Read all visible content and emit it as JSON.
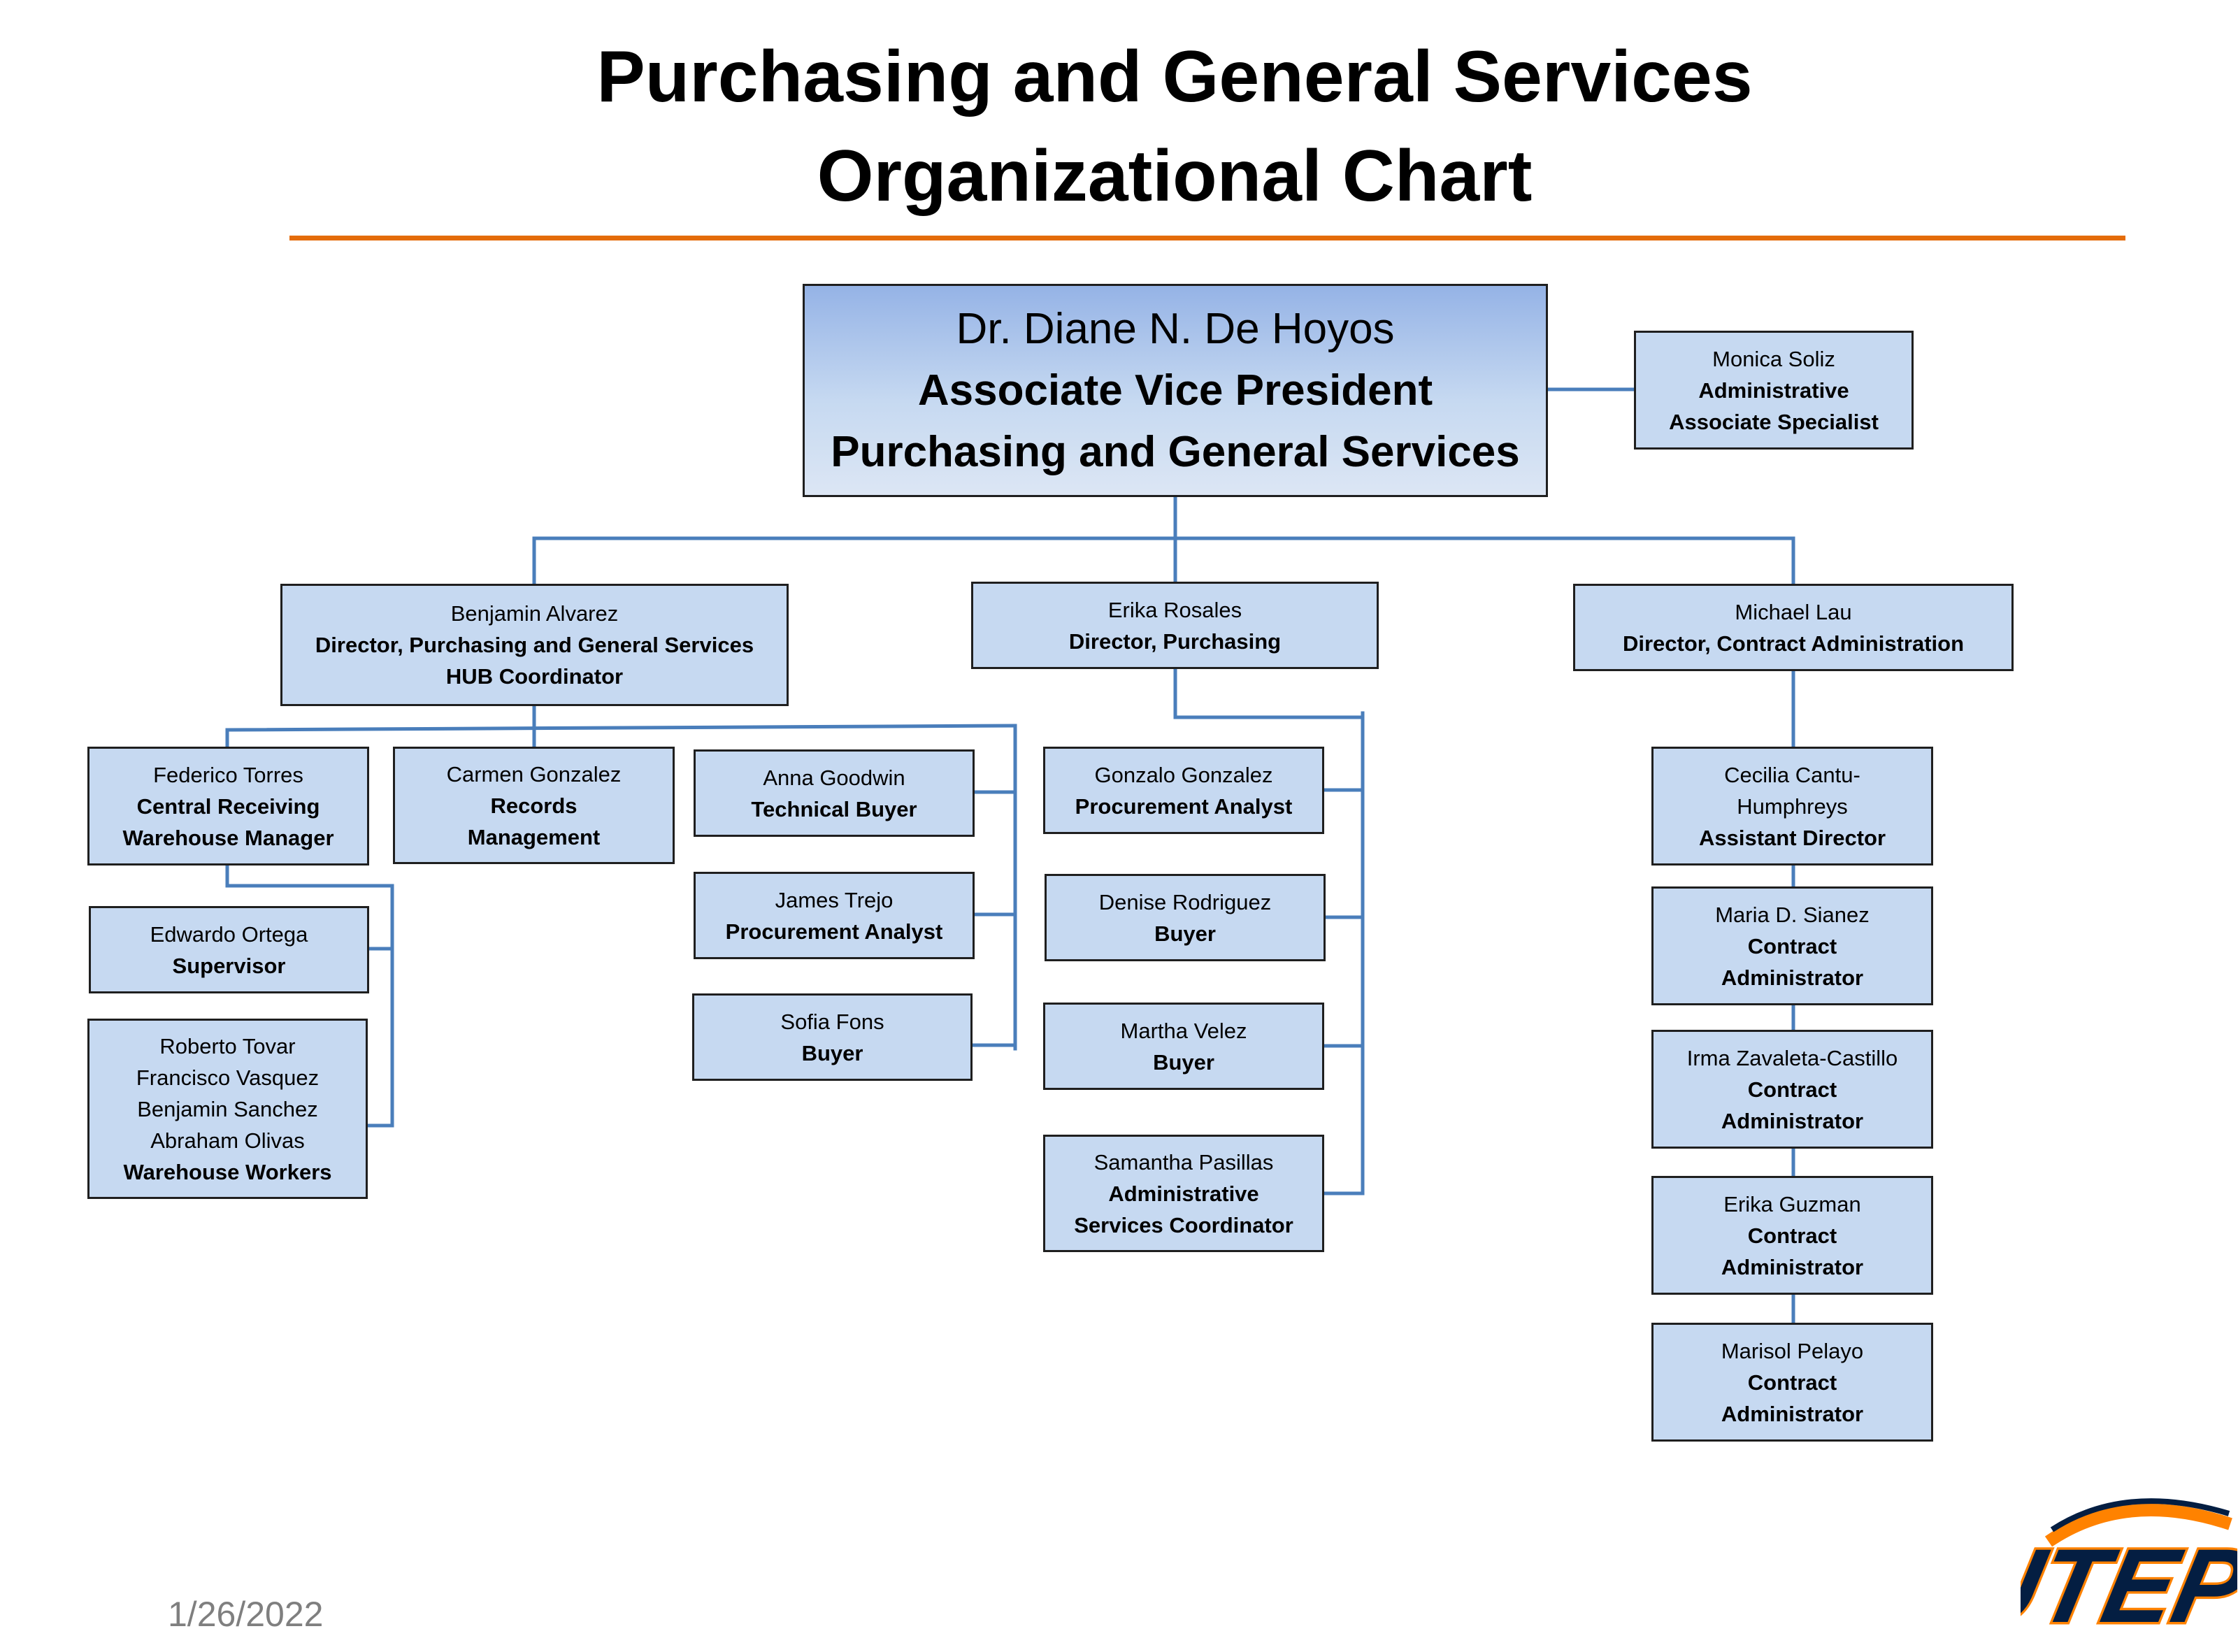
{
  "title": {
    "line1": "Purchasing and General Services",
    "line2": "Organizational Chart"
  },
  "date": "1/26/2022",
  "logo_text": "UTEP",
  "colors": {
    "accent_rule": "#E46C0A",
    "box_fill": "#C6D9F1",
    "connector": "#4A7EBB",
    "logo_blue": "#041E42",
    "logo_orange": "#FF8200"
  },
  "boxes": {
    "avp": {
      "name": "Dr. Diane N. De Hoyos",
      "title": [
        "Associate Vice President",
        "Purchasing and General Services"
      ]
    },
    "monica": {
      "name": "Monica Soliz",
      "title": [
        "Administrative",
        "Associate Specialist"
      ]
    },
    "benjamin": {
      "name": "Benjamin Alvarez",
      "title": [
        "Director, Purchasing and General Services",
        "HUB Coordinator"
      ]
    },
    "erika_r": {
      "name": "Erika Rosales",
      "title": [
        "Director, Purchasing"
      ]
    },
    "michael": {
      "name": "Michael Lau",
      "title": [
        "Director, Contract Administration"
      ]
    },
    "federico": {
      "name": "Federico Torres",
      "title": [
        "Central Receiving",
        "Warehouse Manager"
      ]
    },
    "carmen": {
      "name": "Carmen Gonzalez",
      "title": [
        "Records",
        "Management"
      ]
    },
    "edwardo": {
      "name": "Edwardo Ortega",
      "title": [
        "Supervisor"
      ]
    },
    "workers": {
      "names": [
        "Roberto Tovar",
        "Francisco Vasquez",
        "Benjamin Sanchez",
        "Abraham Olivas"
      ],
      "title": [
        "Warehouse Workers"
      ]
    },
    "anna": {
      "name": "Anna Goodwin",
      "title": [
        "Technical Buyer"
      ]
    },
    "james": {
      "name": "James Trejo",
      "title": [
        "Procurement Analyst"
      ]
    },
    "sofia": {
      "name": "Sofia Fons",
      "title": [
        "Buyer"
      ]
    },
    "gonzalo": {
      "name": "Gonzalo Gonzalez",
      "title": [
        "Procurement Analyst"
      ]
    },
    "denise": {
      "name": "Denise Rodriguez",
      "title": [
        "Buyer"
      ]
    },
    "martha": {
      "name": "Martha Velez",
      "title": [
        "Buyer"
      ]
    },
    "samantha": {
      "name": "Samantha Pasillas",
      "title": [
        "Administrative",
        "Services Coordinator"
      ]
    },
    "cecilia": {
      "names": [
        "Cecilia Cantu-",
        "Humphreys"
      ],
      "title": [
        "Assistant Director"
      ]
    },
    "maria": {
      "name": "Maria D. Sianez",
      "title": [
        "Contract",
        "Administrator"
      ]
    },
    "irma": {
      "name": "Irma Zavaleta-Castillo",
      "title": [
        "Contract",
        "Administrator"
      ]
    },
    "erika_g": {
      "name": "Erika Guzman",
      "title": [
        "Contract",
        "Administrator"
      ]
    },
    "marisol": {
      "name": "Marisol Pelayo",
      "title": [
        "Contract",
        "Administrator"
      ]
    }
  }
}
